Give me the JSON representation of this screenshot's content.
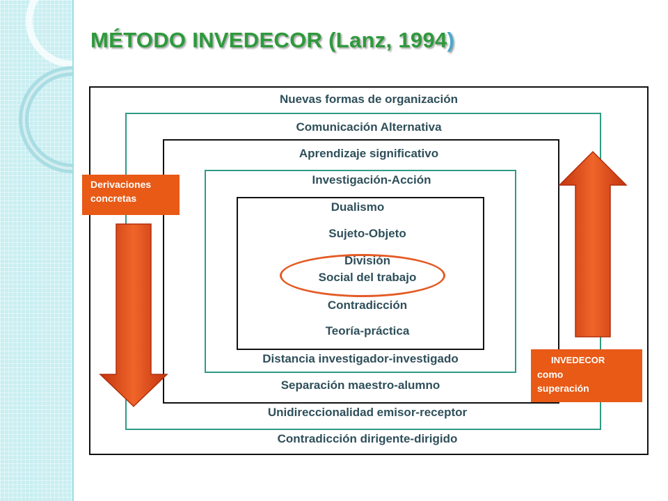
{
  "title": {
    "main": "MÉTODO INVEDECOR (Lanz, 1994",
    "close_paren": ")"
  },
  "frames": {
    "outer_top": "Nuevas formas de organización",
    "outer_bottom": "Contradicción dirigente-dirigido",
    "second_top": "Comunicación Alternativa",
    "second_bottom": "Unidireccionalidad emisor-receptor",
    "third_top": "Aprendizaje significativo",
    "third_bottom": "Separación maestro-alumno",
    "fourth_top": "Investigación-Acción",
    "fourth_bottom": "Distancia investigador-investigado"
  },
  "core": {
    "line1": "Dualismo",
    "line2": "Sujeto-Objeto",
    "line3": "División",
    "line4": "Social del trabajo",
    "line5": "Contradicción",
    "line6": "Teoría-práctica"
  },
  "callouts": {
    "left_line1": "Derivaciones",
    "left_line2": "concretas",
    "right_line1": "INVEDECOR",
    "right_line2": "como",
    "right_line3": "superación"
  },
  "colors": {
    "title": "#2e9a3c",
    "arrow": "#e04a1a",
    "callout": "#e85a16",
    "teal_frame": "#2e9a86"
  }
}
